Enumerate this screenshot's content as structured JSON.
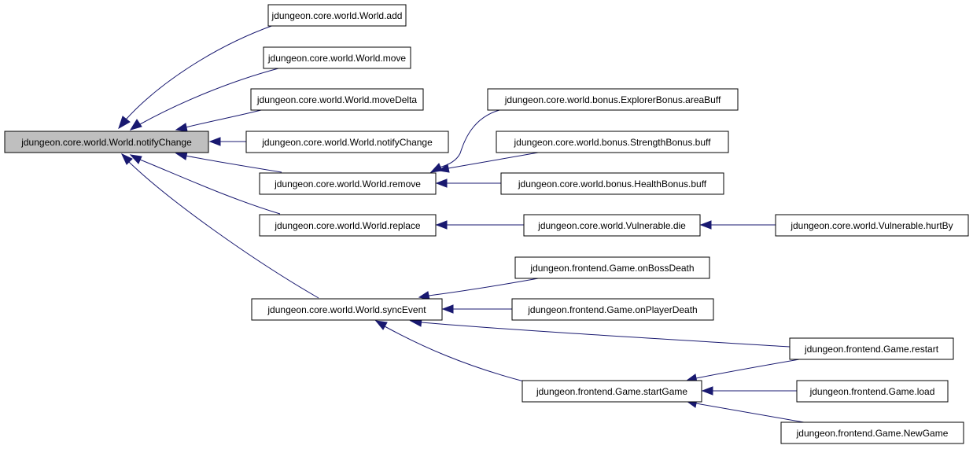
{
  "diagram": {
    "nodes": [
      {
        "id": "notifyChange_root",
        "label": "jdungeon.core.world.World.notifyChange"
      },
      {
        "id": "add",
        "label": "jdungeon.core.world.World.add"
      },
      {
        "id": "move",
        "label": "jdungeon.core.world.World.move"
      },
      {
        "id": "moveDelta",
        "label": "jdungeon.core.world.World.moveDelta"
      },
      {
        "id": "notifyChange2",
        "label": "jdungeon.core.world.World.notifyChange"
      },
      {
        "id": "remove",
        "label": "jdungeon.core.world.World.remove"
      },
      {
        "id": "replace",
        "label": "jdungeon.core.world.World.replace"
      },
      {
        "id": "syncEvent",
        "label": "jdungeon.core.world.World.syncEvent"
      },
      {
        "id": "areaBuff",
        "label": "jdungeon.core.world.bonus.ExplorerBonus.areaBuff"
      },
      {
        "id": "strengthBuff",
        "label": "jdungeon.core.world.bonus.StrengthBonus.buff"
      },
      {
        "id": "healthBuff",
        "label": "jdungeon.core.world.bonus.HealthBonus.buff"
      },
      {
        "id": "die",
        "label": "jdungeon.core.world.Vulnerable.die"
      },
      {
        "id": "hurtBy",
        "label": "jdungeon.core.world.Vulnerable.hurtBy"
      },
      {
        "id": "onBossDeath",
        "label": "jdungeon.frontend.Game.onBossDeath"
      },
      {
        "id": "onPlayerDeath",
        "label": "jdungeon.frontend.Game.onPlayerDeath"
      },
      {
        "id": "restart",
        "label": "jdungeon.frontend.Game.restart"
      },
      {
        "id": "startGame",
        "label": "jdungeon.frontend.Game.startGame"
      },
      {
        "id": "load",
        "label": "jdungeon.frontend.Game.load"
      },
      {
        "id": "newGame",
        "label": "jdungeon.frontend.Game.NewGame"
      }
    ],
    "edges": [
      {
        "from": "add",
        "to": "notifyChange_root"
      },
      {
        "from": "move",
        "to": "notifyChange_root"
      },
      {
        "from": "moveDelta",
        "to": "notifyChange_root"
      },
      {
        "from": "notifyChange2",
        "to": "notifyChange_root"
      },
      {
        "from": "remove",
        "to": "notifyChange_root"
      },
      {
        "from": "replace",
        "to": "notifyChange_root"
      },
      {
        "from": "syncEvent",
        "to": "notifyChange_root"
      },
      {
        "from": "areaBuff",
        "to": "remove"
      },
      {
        "from": "strengthBuff",
        "to": "remove"
      },
      {
        "from": "healthBuff",
        "to": "remove"
      },
      {
        "from": "die",
        "to": "replace"
      },
      {
        "from": "hurtBy",
        "to": "die"
      },
      {
        "from": "onBossDeath",
        "to": "syncEvent"
      },
      {
        "from": "onPlayerDeath",
        "to": "syncEvent"
      },
      {
        "from": "restart",
        "to": "syncEvent"
      },
      {
        "from": "startGame",
        "to": "syncEvent"
      },
      {
        "from": "restart",
        "to": "startGame"
      },
      {
        "from": "load",
        "to": "startGame"
      },
      {
        "from": "newGame",
        "to": "startGame"
      }
    ]
  }
}
